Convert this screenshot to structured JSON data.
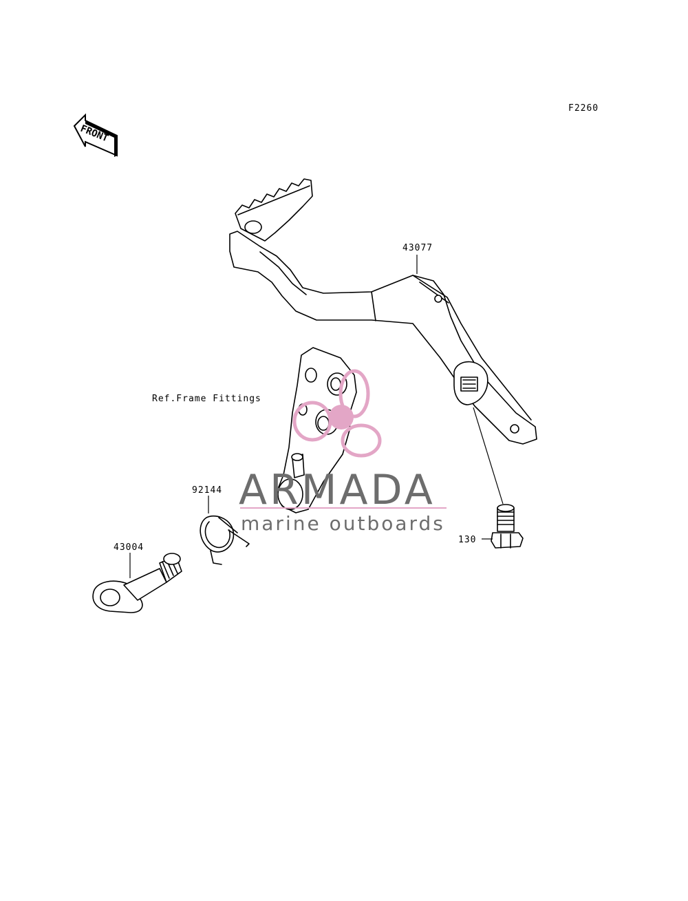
{
  "diagram": {
    "figure_code": "F2260",
    "orientation_label": "FRONT",
    "reference_note": "Ref.Frame Fittings",
    "parts": [
      {
        "number": "43077"
      },
      {
        "number": "92144"
      },
      {
        "number": "43004"
      },
      {
        "number": "130"
      }
    ]
  },
  "watermark": {
    "brand": "ARMADA",
    "tagline": "marine outboards",
    "accent_color": "#e3a6c6",
    "text_color": "#6d6d6d"
  }
}
